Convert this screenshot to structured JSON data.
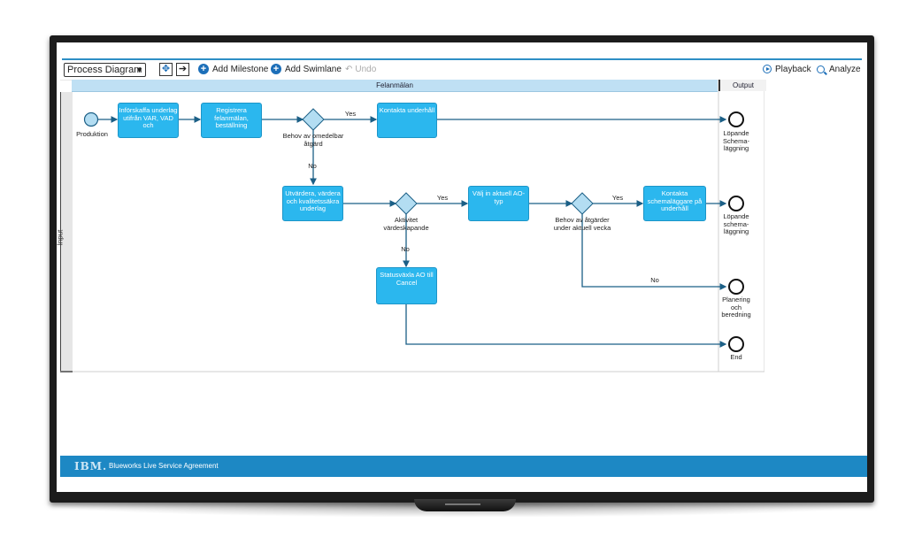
{
  "toolbar": {
    "view_select": "Process Diagram",
    "add_milestone": "Add Milestone",
    "add_swimlane": "Add Swimlane",
    "undo": "Undo",
    "playback": "Playback",
    "analyze": "Analyze"
  },
  "diagram": {
    "milestone": "Felanmälan",
    "output_header": "Output",
    "swimlane": "Input",
    "start_event": "Produktion",
    "tasks": [
      "Införskaffa underlag utifrån VAR, VAD och",
      "Registrera felanmälan, beställning",
      "Kontakta underhåll",
      "Utvärdera, värdera och kvalitetssäkra underlag",
      "Välj in aktuell AO-typ",
      "Kontakta schemaläggare på underhåll",
      "Statusväxla AO till Cancel"
    ],
    "gateways": [
      "Behov av omedelbar åtgärd",
      "Aktivitet värdeskapande",
      "Behov av åtgärder under aktuell vecka"
    ],
    "flow_labels": {
      "yes": "Yes",
      "no": "No"
    },
    "end_events": [
      "Löpande Schema-läggning",
      "Löpande schema-läggning",
      "Planering och beredning",
      "End"
    ]
  },
  "footer": {
    "logo": "IBM.",
    "text": "Blueworks Live Service Agreement"
  },
  "colors": {
    "accent": "#1d88c4",
    "task_fill": "#2bb7ee",
    "gateway_fill": "#b3ddf2",
    "milestone_fill": "#bfe0f4"
  }
}
